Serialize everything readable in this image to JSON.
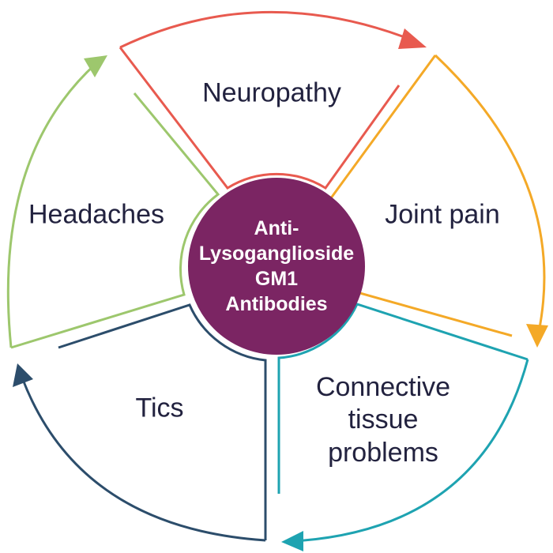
{
  "center": {
    "lines": [
      "Anti-",
      "Lysoganglioside",
      "GM1",
      "Antibodies"
    ],
    "color": "#7b2563"
  },
  "segments": [
    {
      "id": "neuropathy",
      "lines": [
        "Neuropathy"
      ],
      "color": "#e85a4f"
    },
    {
      "id": "joint-pain",
      "lines": [
        "Joint pain"
      ],
      "color": "#f4a927"
    },
    {
      "id": "connective-tissue",
      "lines": [
        "Connective",
        "tissue",
        "problems"
      ],
      "color": "#1ea3b1"
    },
    {
      "id": "tics",
      "lines": [
        "Tics"
      ],
      "color": "#2c4d6b"
    },
    {
      "id": "headaches",
      "lines": [
        "Headaches"
      ],
      "color": "#9dc76d"
    }
  ],
  "text_color": "#22223f"
}
